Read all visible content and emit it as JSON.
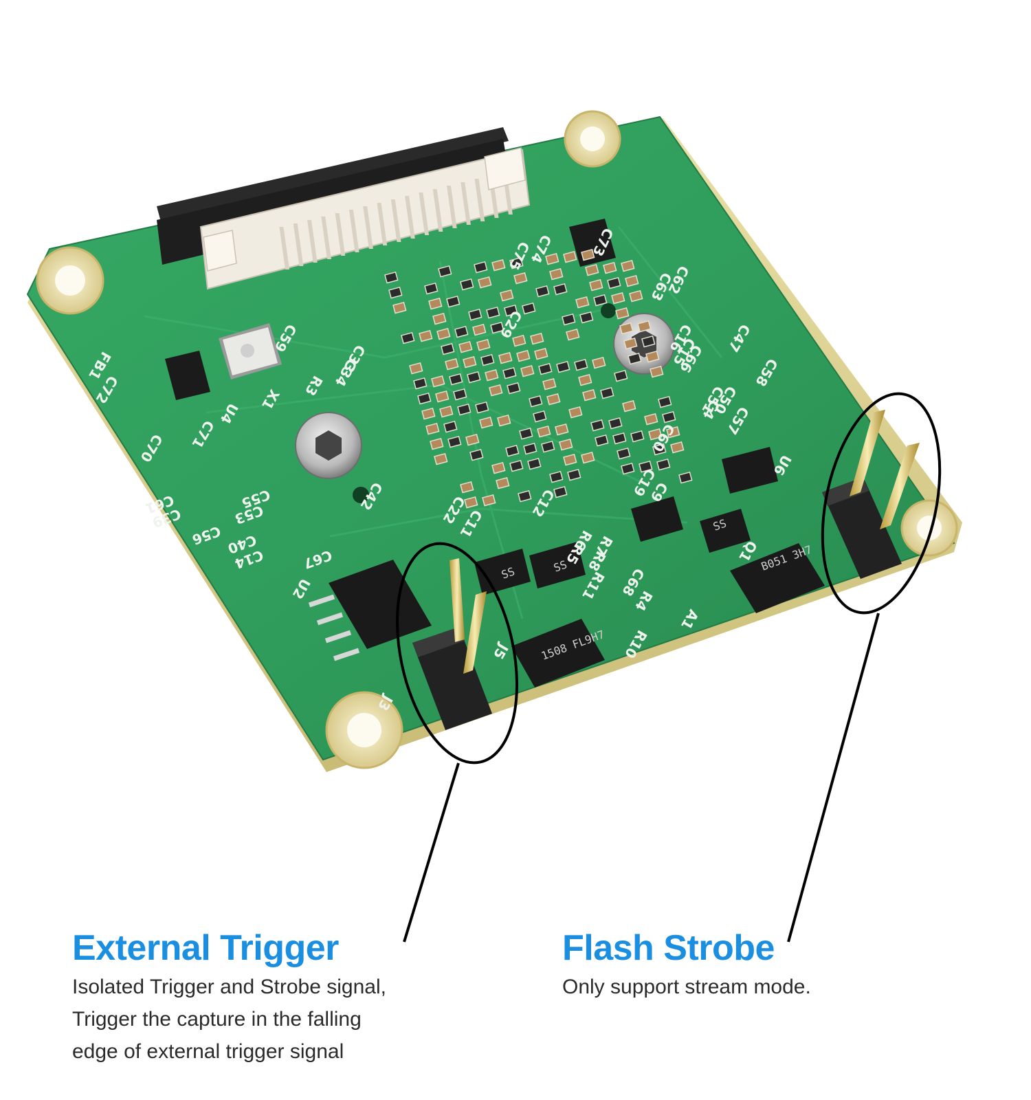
{
  "colors": {
    "caption_title": "#1a8ee0",
    "caption_text": "#2a2a2a",
    "pcb_green": "#2e9a5a",
    "pad_gold": "#e8dca0",
    "callout_line": "#000000"
  },
  "board": {
    "silkscreen_labels": [
      "C74",
      "C75",
      "C73",
      "C62",
      "C63",
      "C59",
      "FB1",
      "C72",
      "X1",
      "R3",
      "U4",
      "C70",
      "C71",
      "C61",
      "C39",
      "C55",
      "C53",
      "C56",
      "C40",
      "C14",
      "C67",
      "U2",
      "C42",
      "C22",
      "C11",
      "C12",
      "R7",
      "R6",
      "R5",
      "R8",
      "R11",
      "C68",
      "R4",
      "R10",
      "A1",
      "Q1",
      "U6",
      "C9",
      "C19",
      "C60",
      "C57",
      "C50",
      "C51",
      "C4",
      "C66",
      "C15",
      "C16",
      "J3",
      "J5",
      "C29",
      "C33",
      "C34",
      "C47",
      "C58"
    ],
    "ic_markings": [
      "B051 3H7",
      "1508 FL9H7",
      "SS",
      "SS",
      "SS"
    ],
    "header_pins": 2
  },
  "callouts": [
    {
      "id": "external-trigger",
      "title": "External Trigger",
      "description": [
        "Isolated Trigger and Strobe signal,",
        "Trigger the capture in the falling",
        "edge of external trigger signal"
      ]
    },
    {
      "id": "flash-strobe",
      "title": "Flash Strobe",
      "description": [
        "Only support stream mode."
      ]
    }
  ]
}
